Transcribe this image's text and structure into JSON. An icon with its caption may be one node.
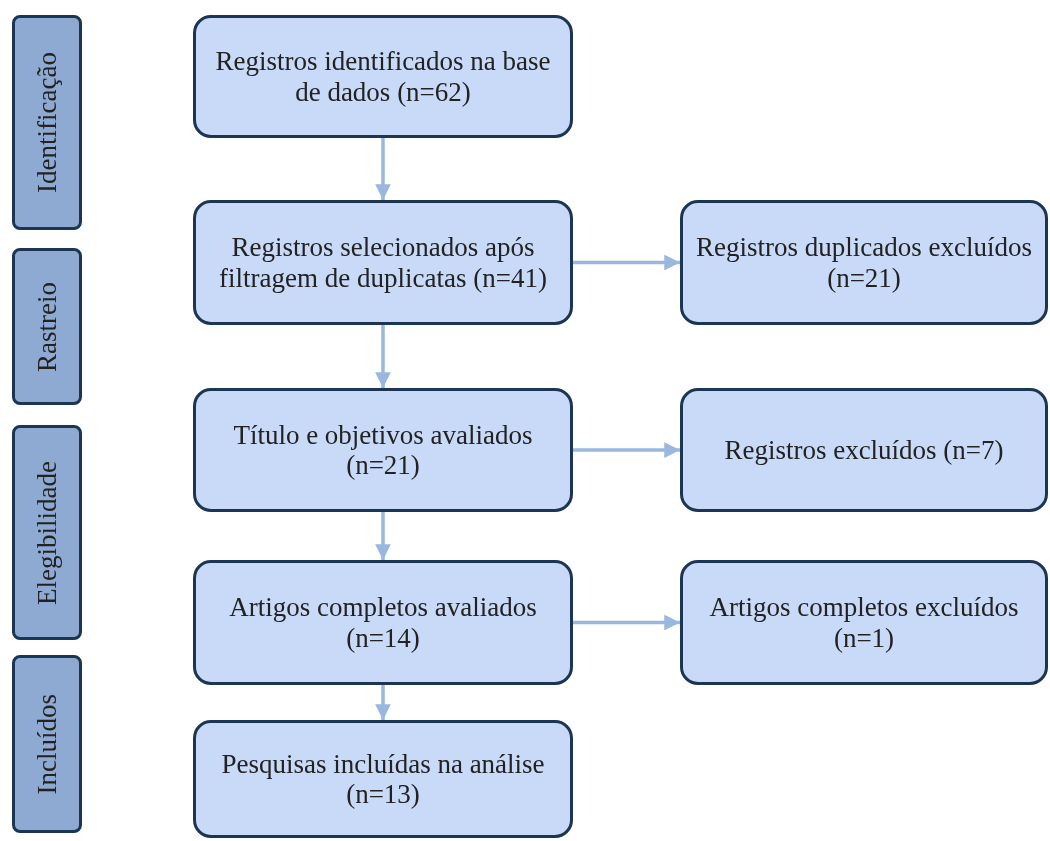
{
  "diagram": {
    "nodes": [
      {
        "text": [
          "Identificação"
        ]
      },
      {
        "text": [
          "Rastreio"
        ]
      },
      {
        "text": [
          "Elegibilidade"
        ]
      },
      {
        "text": [
          "Incluídos"
        ]
      },
      {
        "text": [
          "Registros identificados na base de dados (n=62)"
        ]
      },
      {
        "text": [
          "Registros selecionados após filtragem de duplicatas (n=41)"
        ]
      },
      {
        "text": [
          "Título e objetivos avaliados (n=21)"
        ]
      },
      {
        "text": [
          "Artigos completos avaliados (n=14)"
        ]
      },
      {
        "text": [
          "Pesquisas incluídas na análise (n=13)"
        ]
      },
      {
        "text": [
          "Registros duplicados excluídos (n=21)"
        ]
      },
      {
        "text": [
          "Registros excluídos (n=7)"
        ]
      },
      {
        "text": [
          "Artigos completos excluídos (n=1)"
        ]
      }
    ],
    "edges": [
      {
        "from": 4,
        "to": 5,
        "arrow": "to"
      },
      {
        "from": 5,
        "to": 6,
        "arrow": "to"
      },
      {
        "from": 6,
        "to": 7,
        "arrow": "to"
      },
      {
        "from": 7,
        "to": 8,
        "arrow": "to"
      },
      {
        "from": 5,
        "to": 9,
        "arrow": "to"
      },
      {
        "from": 6,
        "to": 10,
        "arrow": "to"
      },
      {
        "from": 7,
        "to": 11,
        "arrow": "to"
      }
    ]
  }
}
